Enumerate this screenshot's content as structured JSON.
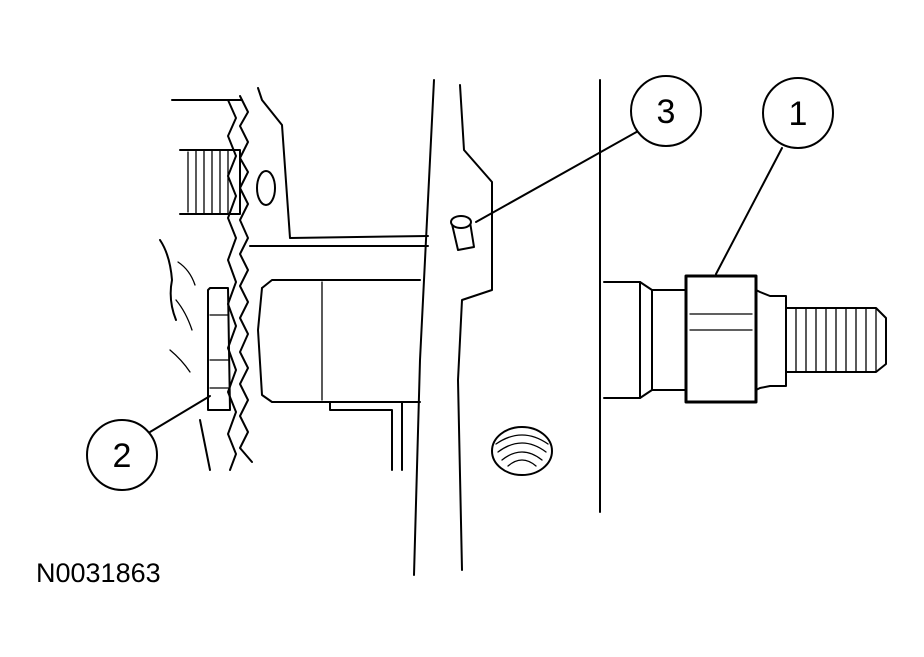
{
  "figure": {
    "id_label": "N0031863",
    "callouts": [
      {
        "number": "1"
      },
      {
        "number": "2"
      },
      {
        "number": "3"
      }
    ]
  },
  "colors": {
    "ink": "#000000",
    "paper": "#ffffff"
  }
}
